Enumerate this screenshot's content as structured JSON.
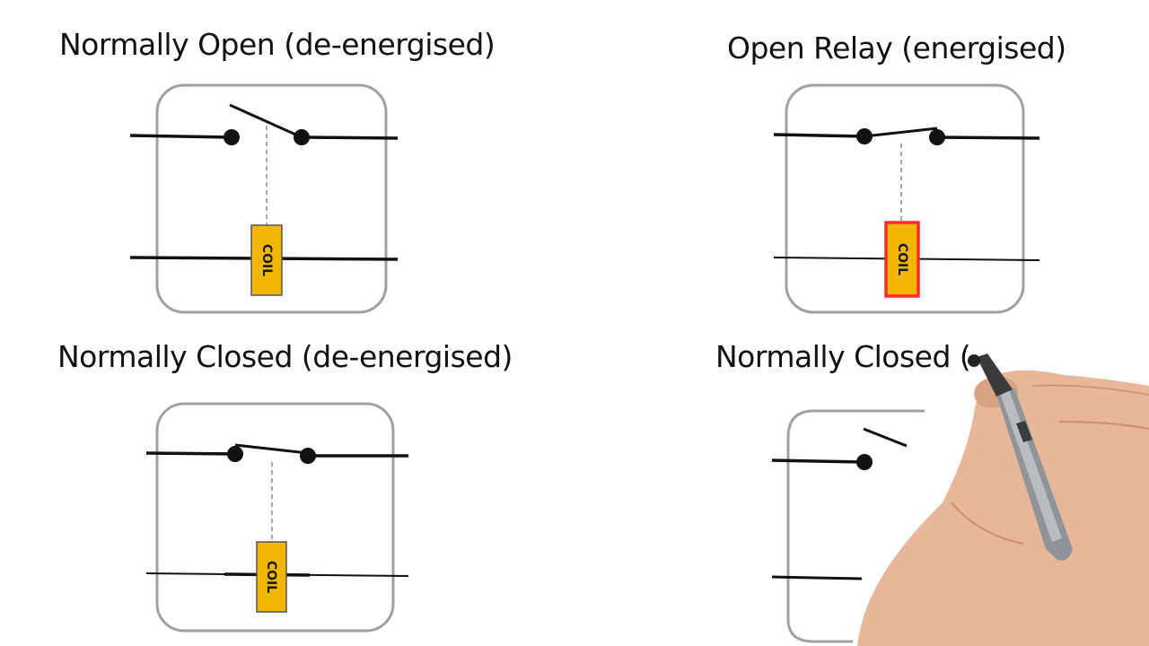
{
  "diagram": {
    "panels": [
      {
        "title": "Normally Open (de-energised)",
        "coil_label": "COIL"
      },
      {
        "title": "Open Relay (energised)",
        "coil_label": "COIL"
      },
      {
        "title": "Normally Closed (de-energised)",
        "coil_label": "COIL"
      },
      {
        "title": "Normally Closed (",
        "coil_label": ""
      }
    ]
  },
  "colors": {
    "coil_fill": "#f2b705",
    "coil_energised_border": "#ff2a2a",
    "box_stroke": "#a0a0a0",
    "wire": "#111111"
  },
  "icons": [
    "hand-holding-marker-icon"
  ]
}
